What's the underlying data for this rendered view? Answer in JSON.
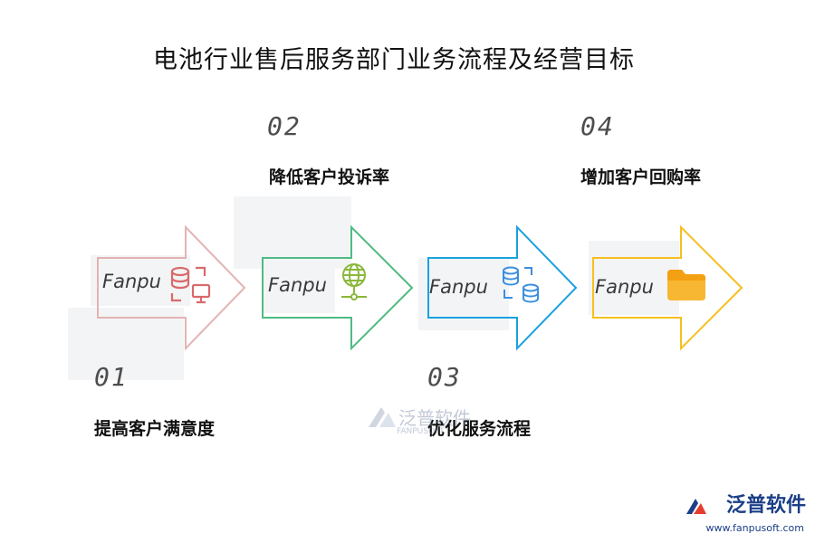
{
  "title": "电池行业售后服务部门业务流程及经营目标",
  "steps": [
    {
      "num": "01",
      "label": "提高客户满意度",
      "watermark": "Fanpu",
      "icon": "database-monitor-icon",
      "color": "#e3b3b3"
    },
    {
      "num": "02",
      "label": "降低客户投诉率",
      "watermark": "Fanpu",
      "icon": "globe-network-icon",
      "color": "#4fbb83"
    },
    {
      "num": "03",
      "label": "优化服务流程",
      "watermark": "Fanpu",
      "icon": "database-sync-icon",
      "color": "#1aa1e0"
    },
    {
      "num": "04",
      "label": "增加客户回购率",
      "watermark": "Fanpu",
      "icon": "folder-icon",
      "color": "#f6bf1d"
    }
  ],
  "center_watermark": {
    "name": "泛普软件",
    "sub": "FANPUSOFT"
  },
  "brand": {
    "name": "泛普软件",
    "url": "www.fanpusoft.com"
  }
}
